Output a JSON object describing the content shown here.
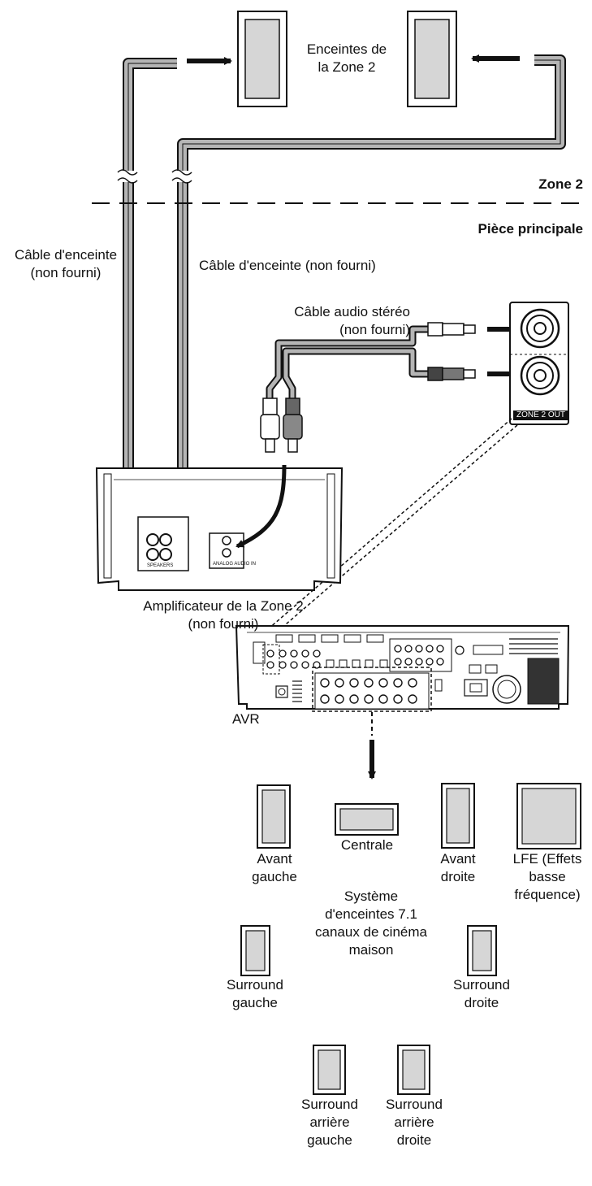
{
  "labels": {
    "zone2_speakers": [
      "Enceintes de",
      "la Zone 2"
    ],
    "zone2": "Zone 2",
    "main_room": "Pièce principale",
    "speaker_cable_left": [
      "Câble d'enceinte",
      "(non fourni)"
    ],
    "speaker_cable_right": "Câble d'enceinte (non fourni)",
    "stereo_cable": [
      "Câble audio stéréo",
      "(non fourni)"
    ],
    "zone2_out": "ZONE 2 OUT",
    "speakers_terminal": "SPEAKERS",
    "analog_audio_in": "ANALOG AUDIO IN",
    "amplifier": [
      "Amplificateur de la Zone 2",
      "(non fourni)"
    ],
    "avr": "AVR",
    "front_left": [
      "Avant",
      "gauche"
    ],
    "center": "Centrale",
    "front_right": [
      "Avant",
      "droite"
    ],
    "lfe": [
      "LFE (Effets",
      "basse",
      "fréquence)"
    ],
    "system": [
      "Système",
      "d'enceintes 7.1",
      "canaux de cinéma",
      "maison"
    ],
    "surround_left": [
      "Surround",
      "gauche"
    ],
    "surround_right": [
      "Surround",
      "droite"
    ],
    "surround_back_left": [
      "Surround",
      "arrière",
      "gauche"
    ],
    "surround_back_right": [
      "Surround",
      "arrière",
      "droite"
    ]
  },
  "colors": {
    "line": "#111111",
    "cable_fill": "#b5b5b5",
    "speaker_fill": "#d6d6d6",
    "background": "#ffffff"
  }
}
